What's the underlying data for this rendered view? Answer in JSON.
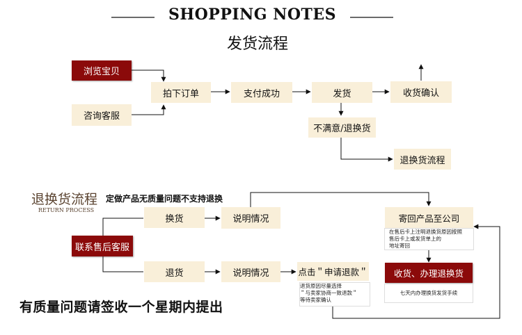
{
  "header": {
    "title_en": "SHOPPING NOTES",
    "title_cn": "发货流程"
  },
  "flow1": {
    "browse": "浏览宝贝",
    "consult": "咨询客服",
    "order": "拍下订单",
    "paid": "支付成功",
    "ship": "发货",
    "confirm": "收货确认",
    "unsatisfied": "不满意/退换货",
    "exchange_flow": "退换货流程"
  },
  "flow2": {
    "title_cn": "退换货流程",
    "title_en": "RETURN PROCESS",
    "policy": "定做产品无质量问题不支持退换",
    "contact": "联系售后客服",
    "exchange": "换货",
    "return": "退货",
    "explain1": "说明情况",
    "explain2": "说明情况",
    "click_apply": "点击＂申请退款＂",
    "apply_note": "退货原因尽量选择\n＂与卖家协商一致退款＂\n等待卖家确认",
    "send_back": "寄回产品至公司",
    "send_note": "在售后卡上注明退换货原因按照\n售后卡上或发货单上的\n地址寄回",
    "receive": "收货、办理退换货",
    "receive_note": "七天内办理换货发货手续"
  },
  "footer": {
    "text": "有质量问题请签收一个星期内提出"
  }
}
